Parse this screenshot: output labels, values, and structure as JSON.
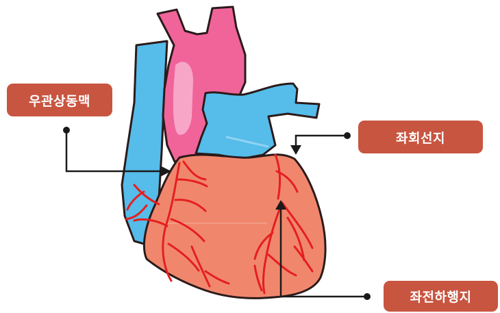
{
  "labels": {
    "right_coronary_artery": "우관상동맥",
    "left_circumflex_branch": "좌회선지",
    "left_anterior_descending_branch": "좌전하행지"
  },
  "colors": {
    "label_background": "#c85540",
    "label_text": "#ffffff",
    "aorta": "#f0649a",
    "vena_cava": "#56bce9",
    "pulmonary_artery": "#56bce9",
    "myocardium": "#f0876d",
    "outline": "#2b1a1a",
    "coronary_vessel": "#e61e1e",
    "leader_line": "#1a1a1a"
  }
}
